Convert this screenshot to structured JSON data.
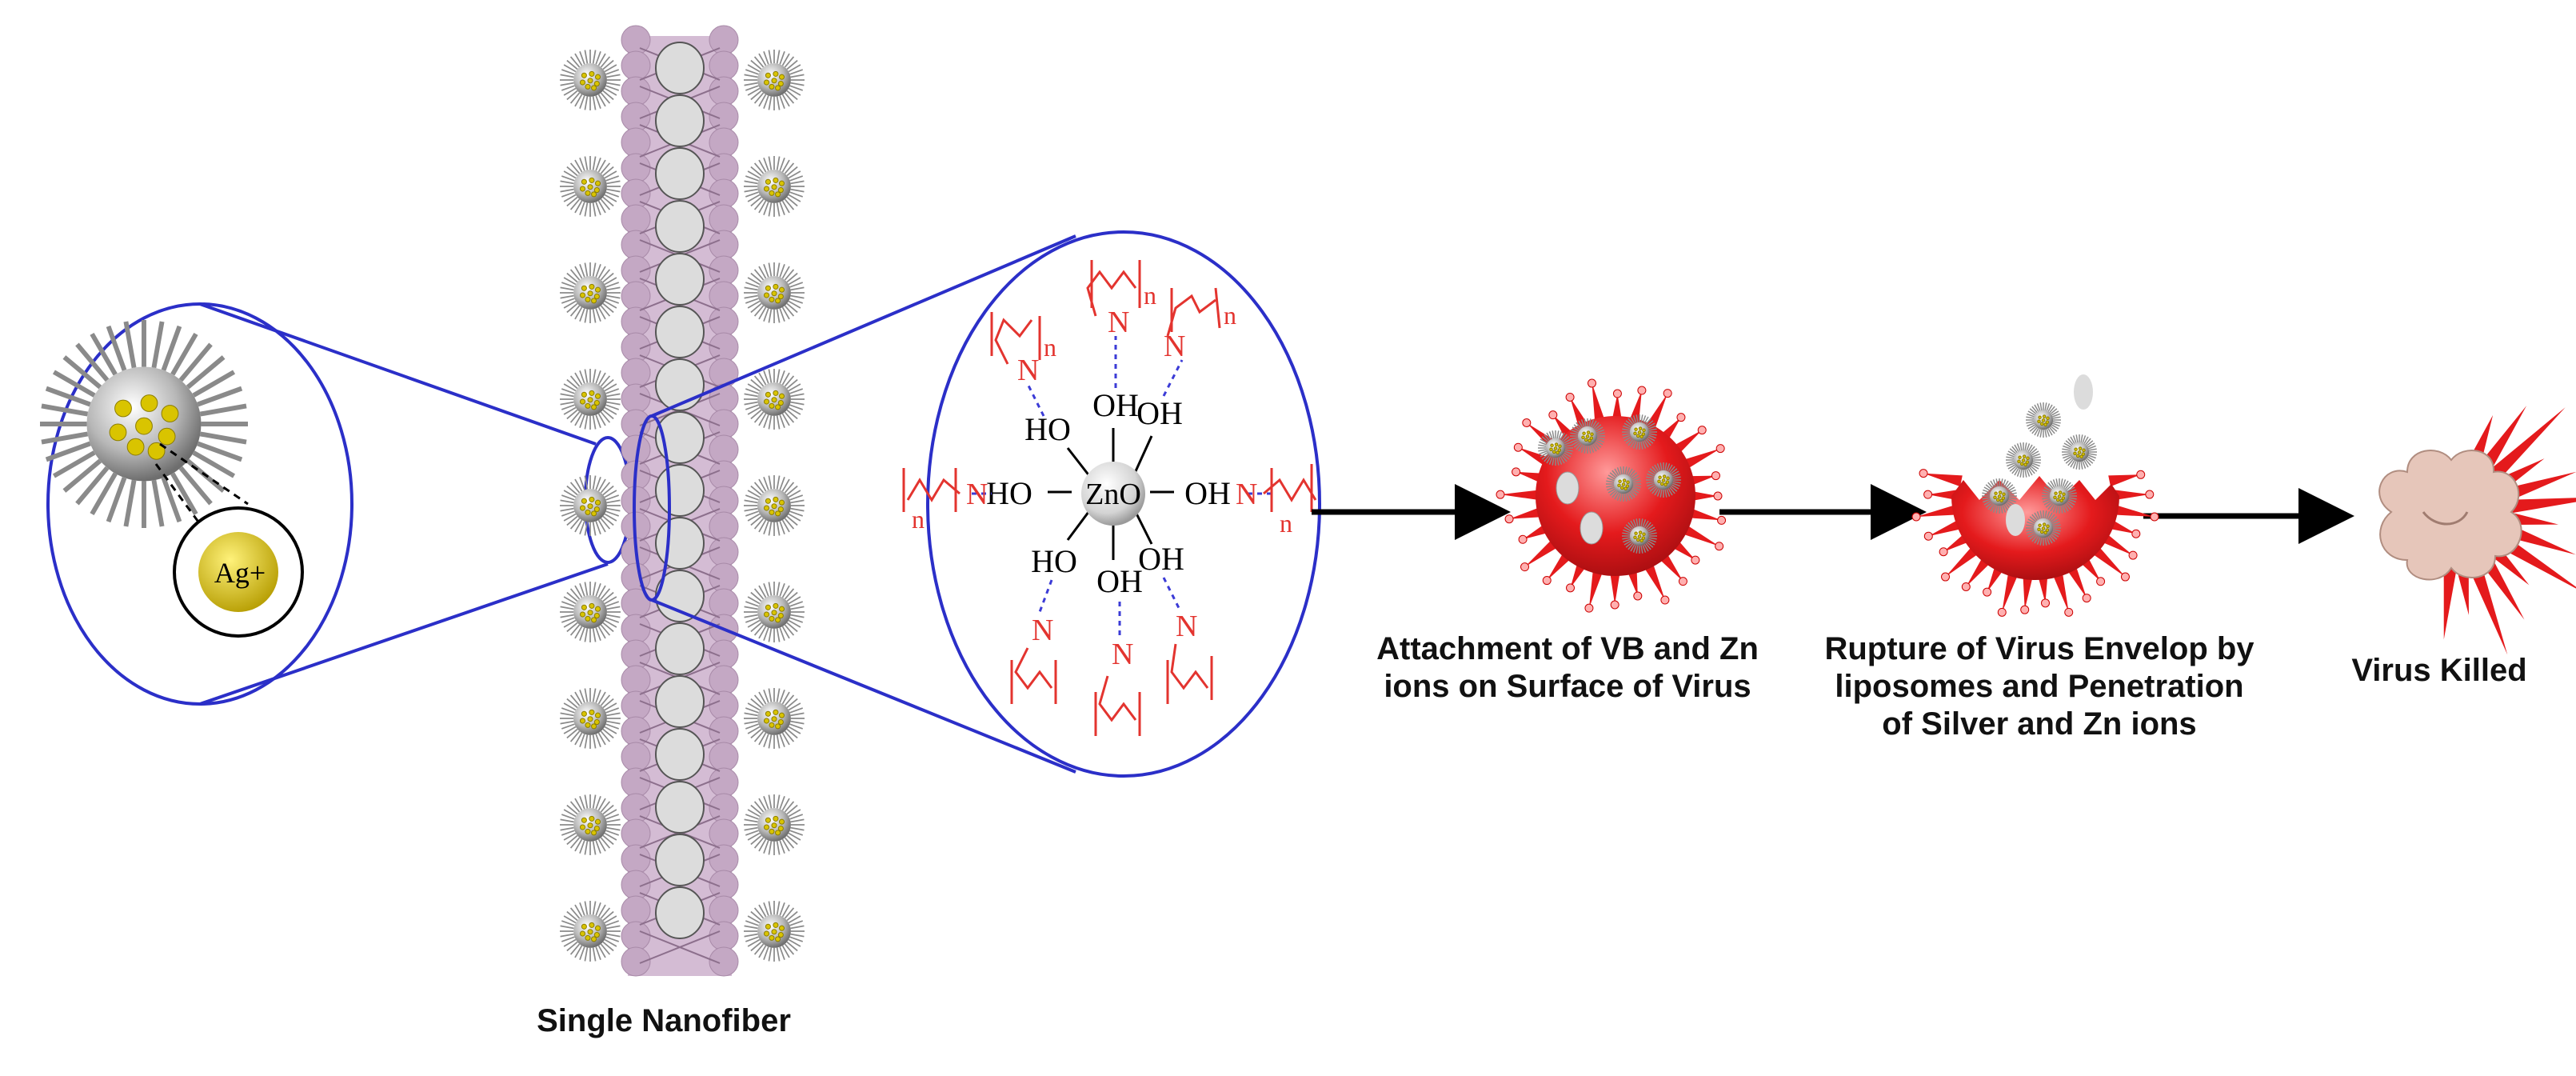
{
  "labels": {
    "nanofiber": "Single Nanofiber",
    "step1_line1": "Attachment of VB and Zn",
    "step1_line2": "ions on Surface of Virus",
    "step2_line1": "Rupture of Virus Envelop by",
    "step2_line2": "liposomes and Penetration",
    "step2_line3": "of Silver and Zn ions",
    "step3": "Virus Killed"
  },
  "ion": {
    "silver": "Ag+"
  },
  "chem": {
    "center": "ZnO",
    "hydroxyl": "OH",
    "hydroxyl_left": "HO",
    "nitrogen": "N",
    "repeat": "n"
  },
  "colors": {
    "zoom_circle": "#2b2fc8",
    "fiber": "#c4a8c4",
    "fiber_oval": "#dcdcdc",
    "gold": "#c9b300",
    "virus_red": "#e41a1c",
    "cloud": "#e6c6ba",
    "polymer_red": "#e3342f",
    "bond_dash": "#3b3bd6"
  }
}
